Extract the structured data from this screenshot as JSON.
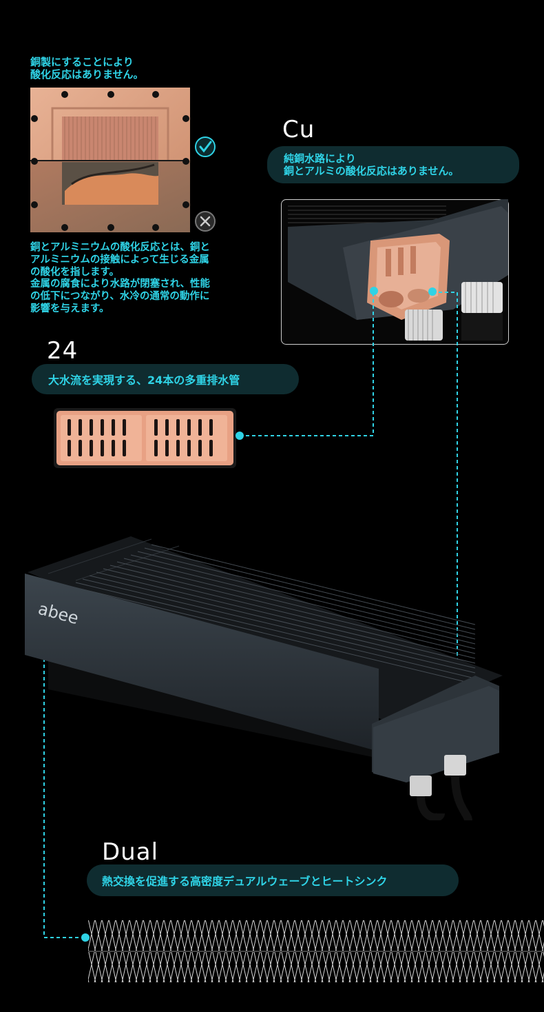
{
  "copper_note": {
    "line1": "銅製にすることにより",
    "line2": "酸化反応はありません。"
  },
  "oxidation_note": {
    "lines": [
      "銅とアルミニウムの酸化反応とは、銅と",
      "アルミニウムの接触によって生じる金属",
      "の酸化を指します。",
      "金属の腐食により水路が閉塞され、性能",
      "の低下につながり、水冷の通常の動作に",
      "影響を与えます。"
    ]
  },
  "cu_section": {
    "label": "Cu",
    "pill_line1": "純銅水路により",
    "pill_line2": "銅とアルミの酸化反応はありません。"
  },
  "tubes_section": {
    "label": "24",
    "pill": "大水流を実現する、24本の多重排水管"
  },
  "dual_section": {
    "label": "Dual",
    "pill": "熱交換を促進する高密度デュアルウェーブとヒートシンク"
  },
  "brand": {
    "logo_text": "abee"
  },
  "colors": {
    "accent": "#2fd3e6",
    "copper": "#e8a184",
    "background": "#000000"
  },
  "icons": {
    "ok": "check-circle-icon",
    "ng": "x-circle-icon"
  }
}
